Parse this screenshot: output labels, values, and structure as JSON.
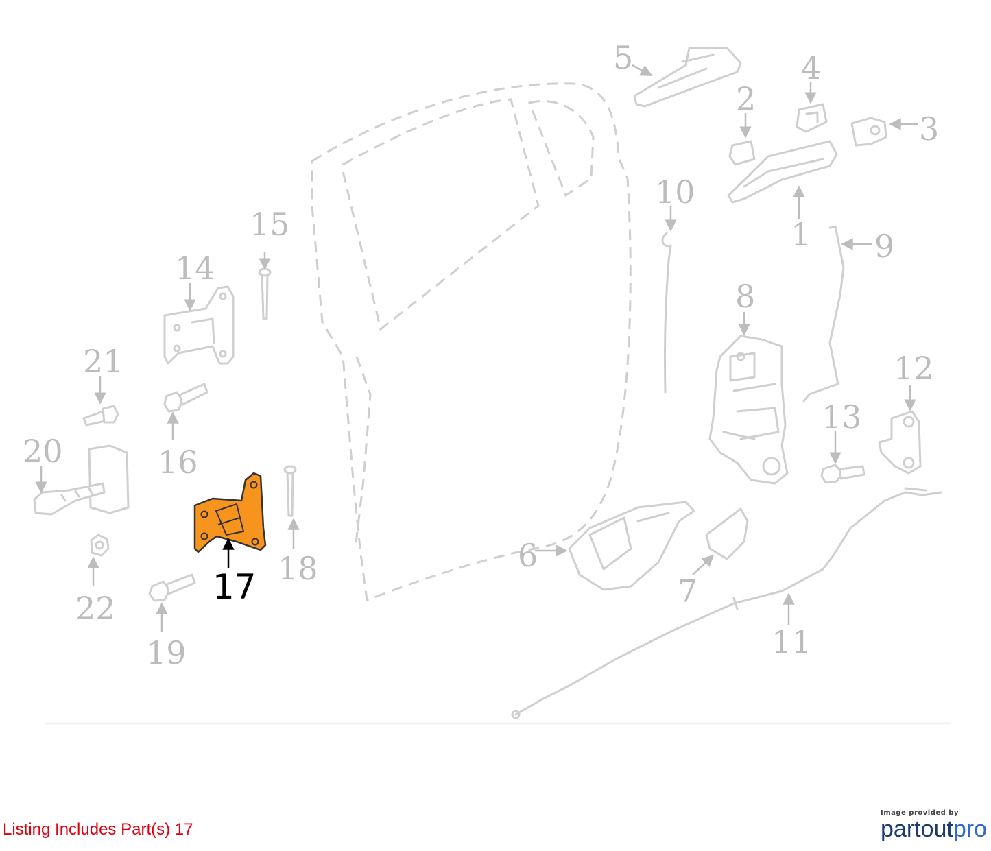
{
  "callouts": {
    "c1": "1",
    "c2": "2",
    "c3": "3",
    "c4": "4",
    "c5": "5",
    "c6": "6",
    "c7": "7",
    "c8": "8",
    "c9": "9",
    "c10": "10",
    "c11": "11",
    "c12": "12",
    "c13": "13",
    "c14": "14",
    "c15": "15",
    "c16": "16",
    "c17": "17",
    "c18": "18",
    "c19": "19",
    "c20": "20",
    "c21": "21",
    "c22": "22"
  },
  "highlight": {
    "part": "17",
    "color": "#f7941d"
  },
  "listing_text": "Listing Includes Part(s) 17",
  "credit": {
    "small": "Image provided by",
    "brand_a": "partout",
    "brand_b": "pro"
  }
}
